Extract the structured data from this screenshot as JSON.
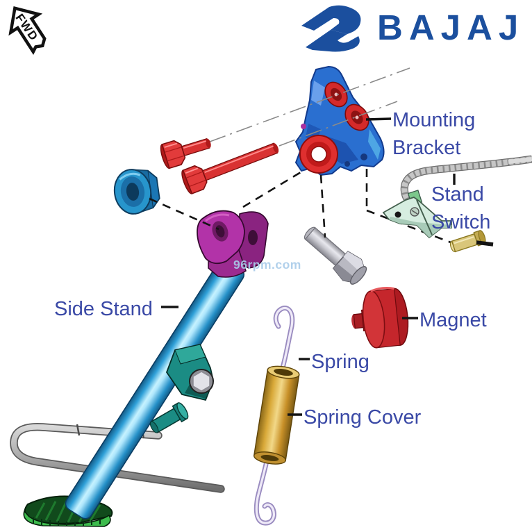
{
  "header": {
    "fwd_marker": "FWD",
    "brand": "BAJAJ"
  },
  "labels": {
    "mounting_bracket": "Mounting Bracket",
    "stand_switch": "Stand Switch",
    "side_stand": "Side Stand",
    "magnet": "Magnet",
    "spring": "Spring",
    "spring_cover": "Spring Cover"
  },
  "watermark": "96rpm.com",
  "colors": {
    "brand_blue": "#1B4F9E",
    "label_blue": "#3A49A6",
    "bracket_blue": "#2A6FD0",
    "hardware_red": "#E23B3B",
    "nut_blue": "#2795CC",
    "clevis_magenta": "#B233A8",
    "stand_cyan": "#2FA0D8",
    "clamp_teal": "#1B8C84",
    "foot_green": "#3DBB4D",
    "magnet_red": "#C5262C",
    "spring_lilac": "#BCAFDC",
    "cover_gold": "#D8A838",
    "switch_mint": "#D6EDE0",
    "pin_khaki": "#D9C67A",
    "watermark_blue": "#A9CCE9"
  }
}
